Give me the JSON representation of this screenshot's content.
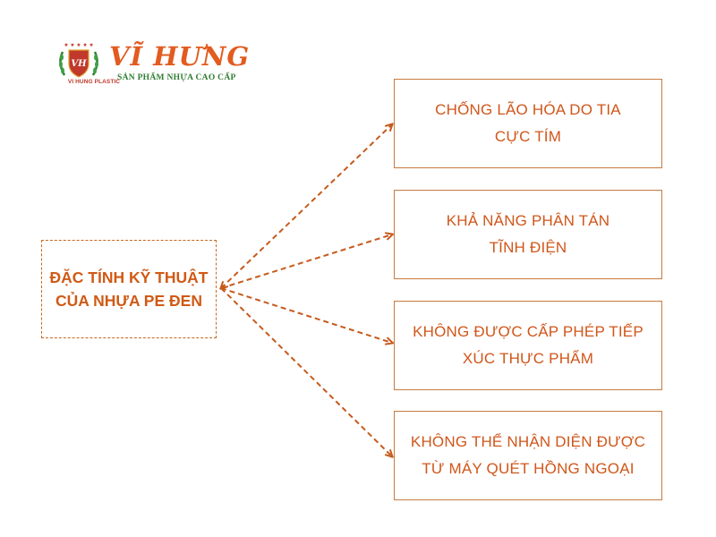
{
  "logo": {
    "brand": "VĨ HƯNG",
    "tagline": "SẢN PHẨM NHỰA CAO CẤP",
    "emblem_text": "VH",
    "emblem_caption": "VI HUNG PLASTIC"
  },
  "colors": {
    "accent": "#d05a15",
    "box_border": "#c97b3f",
    "arrow": "#c65a1c",
    "tagline": "#2e7d32"
  },
  "diagram": {
    "center": "ĐẶC TÍNH KỸ THUẬT\nCỦA NHỰA PE ĐEN",
    "targets": [
      {
        "text": "CHỐNG LÃO HÓA DO TIA\nCỰC TÍM"
      },
      {
        "text": "KHẢ NĂNG PHÂN TÁN\nTĨNH ĐIỆN"
      },
      {
        "text": "KHÔNG ĐƯỢC CẤP PHÉP TIẾP\nXÚC THỰC PHẨM"
      },
      {
        "text": "KHÔNG THỂ NHẬN DIỆN ĐƯỢC\nTỪ MÁY QUÉT HỒNG NGOẠI"
      }
    ]
  }
}
